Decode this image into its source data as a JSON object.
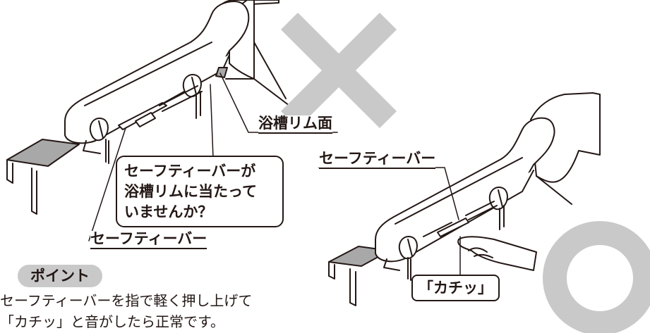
{
  "labels": {
    "rim_surface": "浴槽リム面",
    "safety_bar_top": "セーフティーバー",
    "safety_bar_bottom": "セーフティーバー",
    "callout_line1": "セーフティーバーが",
    "callout_line2": "浴槽リムに当たって",
    "callout_line3": "いませんか？",
    "click_sound": "「カチッ」"
  },
  "point": {
    "badge": "ポイント",
    "line1": "セーフティーバーを指で軽く押し上げて",
    "line2": "「カチッ」と音がしたら正常です。"
  },
  "marks": {
    "wrong": "×",
    "correct": "○"
  },
  "colors": {
    "mark_gray": "#c9c9c9",
    "ink": "#231815",
    "bench_fill": "#a8a8a8"
  }
}
